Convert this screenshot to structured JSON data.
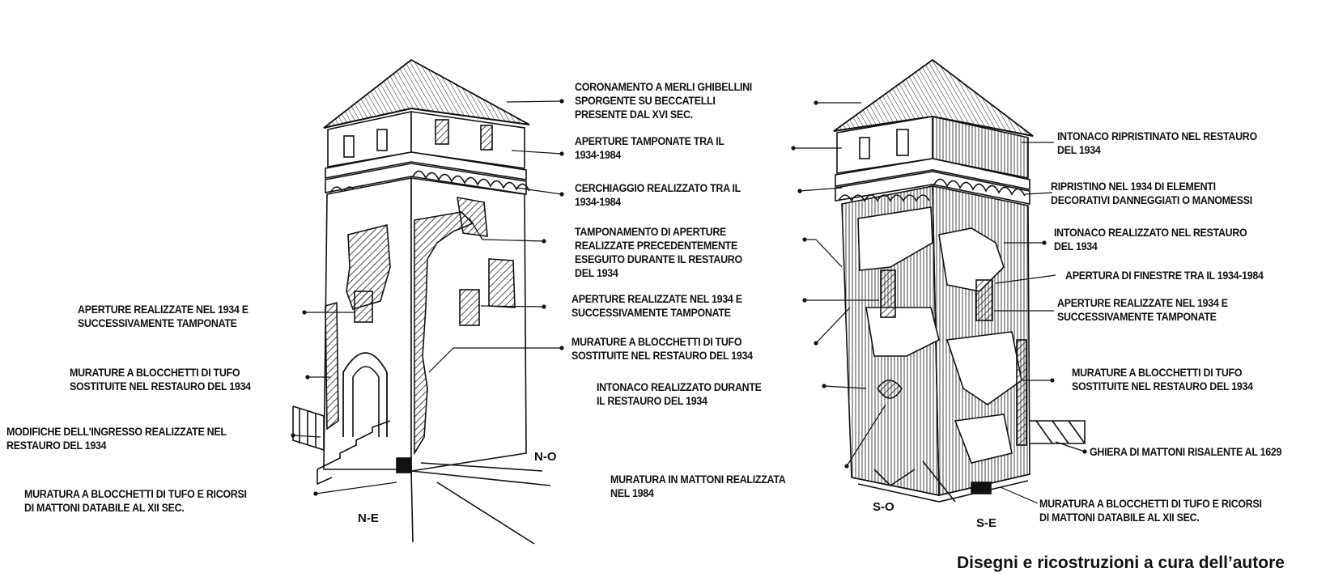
{
  "figure": {
    "credit": "Disegni e ricostruzioni a cura dell’autore",
    "faces": {
      "ne": "N-E",
      "no": "N-O",
      "so": "S-O",
      "se": "S-E"
    },
    "annotations": [
      {
        "id": "coronamento",
        "lines": [
          "CORONAMENTO A MERLI GHIBELLINI",
          "SPORGENTE SU BECCATELLI",
          "PRESENTE DAL XVI SEC."
        ]
      },
      {
        "id": "aperture-tamponate",
        "lines": [
          "APERTURE TAMPONATE TRA IL",
          "1934-1984"
        ]
      },
      {
        "id": "cerchiaggio",
        "lines": [
          "CERCHIAGGIO REALIZZATO TRA IL",
          "1934-1984"
        ]
      },
      {
        "id": "tamponamento",
        "lines": [
          "TAMPONAMENTO DI APERTURE",
          "REALIZZATE PRECEDENTEMENTE",
          "ESEGUITO DURANTE IL RESTAURO",
          "DEL 1934"
        ]
      },
      {
        "id": "aperture-1934-center",
        "lines": [
          "APERTURE REALIZZATE NEL 1934 E",
          "SUCCESSIVAMENTE TAMPONATE"
        ]
      },
      {
        "id": "murature-tufo-center",
        "lines": [
          "MURATURE A BLOCCHETTI DI TUFO",
          "SOSTITUITE NEL RESTAURO DEL 1934"
        ]
      },
      {
        "id": "intonaco-durante",
        "lines": [
          "INTONACO REALIZZATO DURANTE",
          "IL RESTAURO DEL 1934"
        ]
      },
      {
        "id": "muratura-mattoni-1984",
        "lines": [
          "MURATURA IN MATTONI REALIZZATA",
          "NEL 1984"
        ]
      },
      {
        "id": "aperture-1934-left",
        "lines": [
          "APERTURE REALIZZATE NEL 1934 E",
          "SUCCESSIVAMENTE TAMPONATE"
        ]
      },
      {
        "id": "murature-tufo-left",
        "lines": [
          "MURATURE A BLOCCHETTI DI TUFO",
          "SOSTITUITE NEL RESTAURO DEL 1934"
        ]
      },
      {
        "id": "modifiche-ingresso",
        "lines": [
          "MODIFICHE DELL'INGRESSO REALIZZATE NEL",
          "RESTAURO DEL 1934"
        ]
      },
      {
        "id": "muratura-xii-left",
        "lines": [
          "MURATURA A BLOCCHETTI DI TUFO E RICORSI",
          "DI MATTONI DATABILE AL XII SEC."
        ]
      },
      {
        "id": "intonaco-ripristinato",
        "lines": [
          "INTONACO RIPRISTINATO NEL RESTAURO",
          "DEL 1934"
        ]
      },
      {
        "id": "ripristino-decorativi",
        "lines": [
          "RIPRISTINO NEL 1934 DI ELEMENTI",
          "DECORATIVI DANNEGGIATI O MANOMESSI"
        ]
      },
      {
        "id": "intonaco-realizzato-right",
        "lines": [
          "INTONACO REALIZZATO NEL RESTAURO",
          "DEL 1934"
        ]
      },
      {
        "id": "apertura-finestre",
        "lines": [
          "APERTURA DI FINESTRE TRA IL 1934-1984"
        ]
      },
      {
        "id": "aperture-1934-right",
        "lines": [
          "APERTURE REALIZZATE NEL 1934 E",
          "SUCCESSIVAMENTE TAMPONATE"
        ]
      },
      {
        "id": "murature-tufo-right",
        "lines": [
          "MURATURE A BLOCCHETTI DI TUFO",
          "SOSTITUITE NEL RESTAURO DEL 1934"
        ]
      },
      {
        "id": "ghiera-mattoni",
        "lines": [
          "GHIERA DI MATTONI RISALENTE AL 1629"
        ]
      },
      {
        "id": "muratura-xii-right",
        "lines": [
          "MURATURA A BLOCCHETTI DI TUFO E RICORSI",
          "DI MATTONI DATABILE AL XII SEC."
        ]
      }
    ]
  }
}
